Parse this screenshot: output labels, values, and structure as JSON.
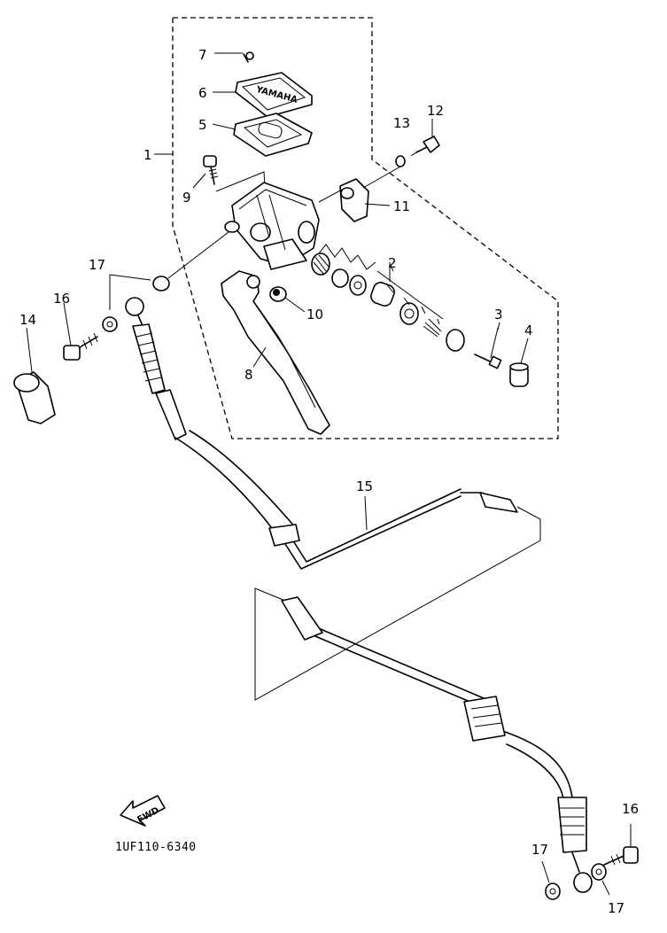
{
  "labels": {
    "p1": "1",
    "p2": "2",
    "p3": "3",
    "p4": "4",
    "p5": "5",
    "p6": "6",
    "p7": "7",
    "p8": "8",
    "p9": "9",
    "p10": "10",
    "p11": "11",
    "p12": "12",
    "p13": "13",
    "p14": "14",
    "p15": "15",
    "p16a": "16",
    "p16b": "16",
    "p17a": "17",
    "p17b": "17",
    "p17c": "17"
  },
  "direction_arrow": "FWD",
  "diagram_code": "1UF110-6340",
  "cap_text": "YAMAHA"
}
